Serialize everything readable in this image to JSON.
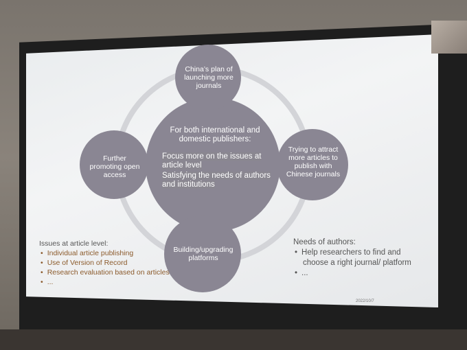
{
  "slide": {
    "top_circle": "China’s plan of launching more journals",
    "right_circle": "Trying to attract more articles to publish with Chinese journals",
    "bottom_circle": "Building/upgrading platforms",
    "left_circle": "Further promoting open access",
    "center_title": "For both international and domestic publishers:",
    "center_item_1": "Focus more on the issues at article level",
    "center_item_2": "Satisfying the needs of authors and institutions",
    "left_notes_title": "Issues at article level:",
    "left_notes": [
      "Individual article publishing",
      "Use of Version of Record",
      "Research evaluation based on articles",
      "..."
    ],
    "right_notes_title": "Needs of authors:",
    "right_notes": [
      "Help researchers to find and choose a right journal/ platform",
      "..."
    ],
    "date": "2022/10/7"
  },
  "colors": {
    "circle_fill": "#8a8693",
    "ring": "#d3d4d8",
    "accent_text": "#8b5a2b"
  }
}
